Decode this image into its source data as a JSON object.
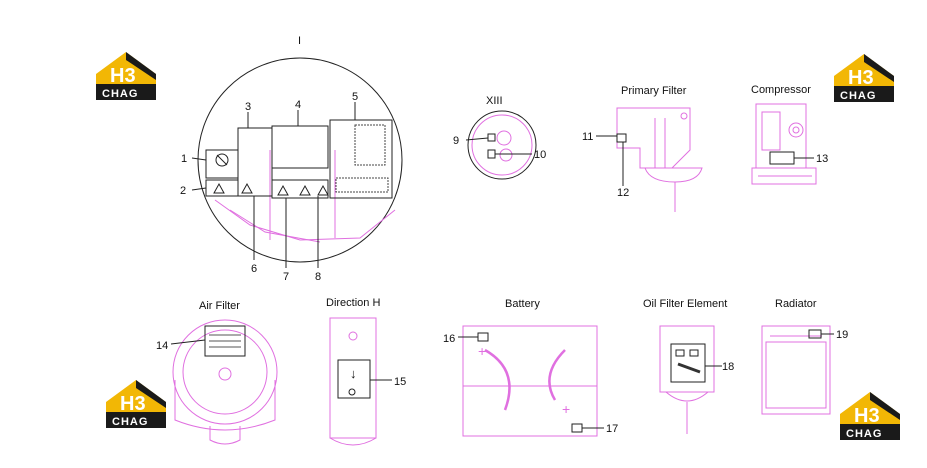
{
  "section_labels": {
    "detail_i": "I",
    "detail_xiii": "XIII",
    "primary_filter": "Primary Filter",
    "compressor": "Compressor",
    "air_filter": "Air Filter",
    "direction_h": "Direction H",
    "battery": "Battery",
    "oil_filter_element": "Oil Filter Element",
    "radiator": "Radiator"
  },
  "callouts": [
    "1",
    "2",
    "3",
    "4",
    "5",
    "6",
    "7",
    "8",
    "9",
    "10",
    "11",
    "12",
    "13",
    "14",
    "15",
    "16",
    "17",
    "18",
    "19"
  ],
  "logo": {
    "mark": "H3",
    "wordmark": "CHAG",
    "colors": {
      "gold": "#f2b705",
      "dark": "#1a1a1a",
      "white": "#ffffff"
    }
  },
  "colors": {
    "sketch": "#e070e0",
    "line": "#222222"
  }
}
